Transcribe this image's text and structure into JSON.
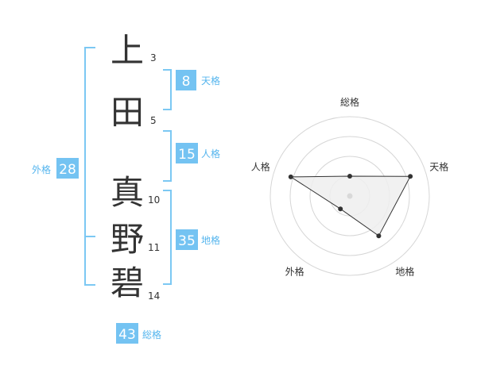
{
  "colors": {
    "accent": "#74c3f2",
    "bracket": "#7cc8f3",
    "label": "#55b5ee",
    "text": "#333333"
  },
  "name_chars": [
    {
      "char": "上",
      "strokes": "3"
    },
    {
      "char": "田",
      "strokes": "5"
    },
    {
      "char": "真",
      "strokes": "10"
    },
    {
      "char": "野",
      "strokes": "11"
    },
    {
      "char": "碧",
      "strokes": "14"
    }
  ],
  "kaku": {
    "tenkaku": {
      "value": "8",
      "label": "天格"
    },
    "jinkaku": {
      "value": "15",
      "label": "人格"
    },
    "chikaku": {
      "value": "35",
      "label": "地格"
    },
    "gaikaku": {
      "value": "28",
      "label": "外格"
    },
    "soukaku": {
      "value": "43",
      "label": "総格"
    }
  },
  "chart_data": {
    "type": "radar",
    "axes": [
      "総格",
      "天格",
      "地格",
      "外格",
      "人格"
    ],
    "values": [
      0.25,
      0.8,
      0.62,
      0.2,
      0.78
    ],
    "rings": 4
  }
}
